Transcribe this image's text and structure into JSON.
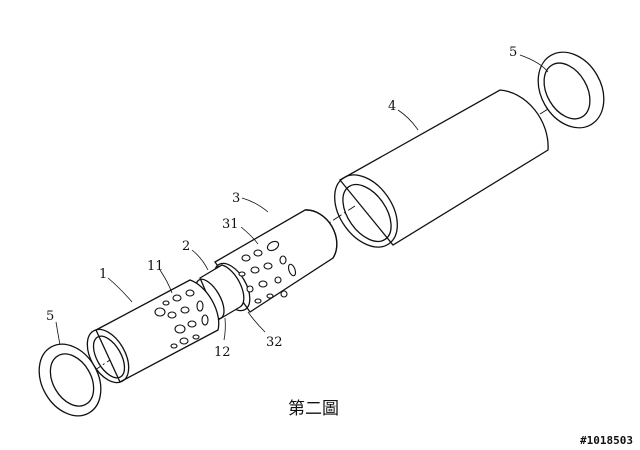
{
  "labels": {
    "washer_right": "5",
    "sleeve": "4",
    "tube_two": "3",
    "holes_two": "31",
    "joint": "2",
    "holes_one": "11",
    "tube_one": "1",
    "washer_left": "5",
    "neck": "12",
    "end_two": "32"
  },
  "caption": "第二圖",
  "stamp": "#1018503",
  "colors": {
    "ink": "#111111",
    "paper": "#ffffff"
  }
}
